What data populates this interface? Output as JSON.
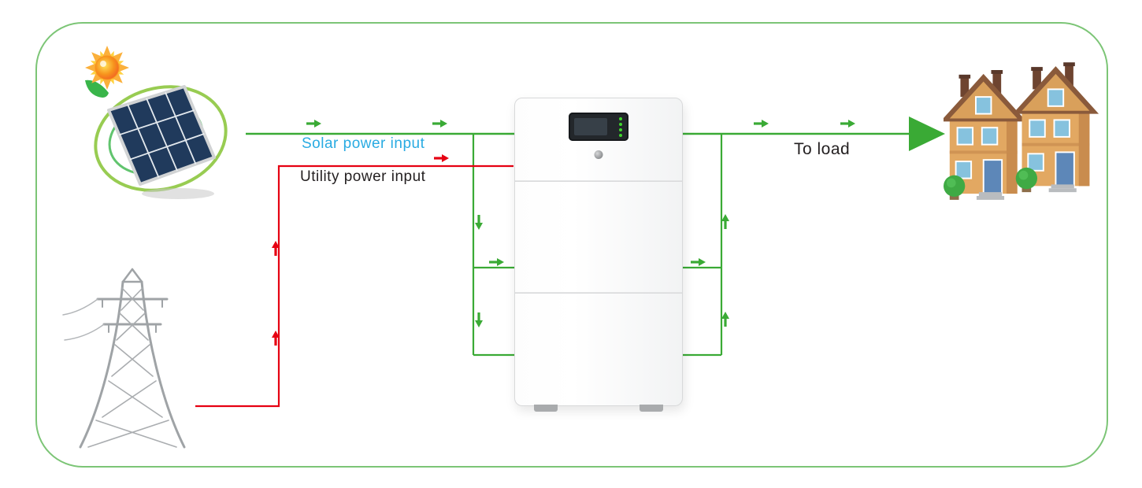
{
  "scene": {
    "labels": {
      "solar_power_input": "Solar power input",
      "utility_power_input": "Utility power input",
      "to_load": "To load"
    },
    "colors": {
      "flow_green": "#3aaa35",
      "flow_red": "#e60012",
      "solar_label_blue": "#29abe2",
      "text_dark": "#231f20",
      "frame_border_green": "#7cc576",
      "led_green": "#3fd62c",
      "screen_dark": "#23272b"
    },
    "icons": {
      "sun": "sun-icon",
      "solar_panel": "solar-panel-icon",
      "utility_tower": "utility-tower-icon",
      "inverter_unit": "battery-inverter-unit",
      "houses": "houses-load-icon",
      "flow_arrow": "flow-arrow-icon"
    }
  }
}
